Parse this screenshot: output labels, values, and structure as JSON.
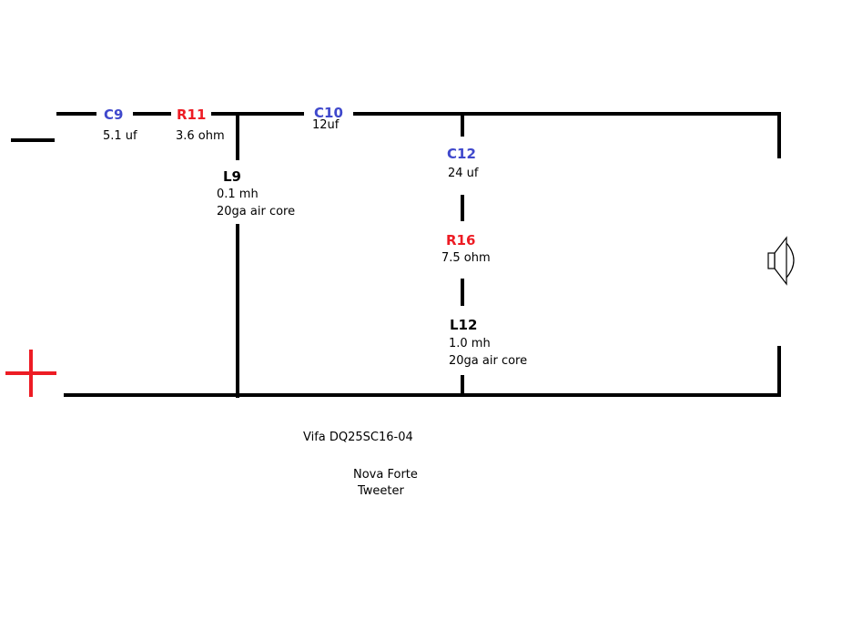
{
  "components": {
    "c9": {
      "name": "C9",
      "value": "5.1 uf"
    },
    "r11": {
      "name": "R11",
      "value": "3.6 ohm"
    },
    "c10": {
      "name": "C10",
      "value": "12uf"
    },
    "l9": {
      "name": "L9",
      "value": "0.1 mh",
      "note": "20ga air core"
    },
    "c12": {
      "name": "C12",
      "value": "24 uf"
    },
    "r16": {
      "name": "R16",
      "value": "7.5 ohm"
    },
    "l12": {
      "name": "L12",
      "value": "1.0 mh",
      "note": "20ga air core"
    }
  },
  "captions": {
    "driver": "Vifa DQ25SC16-04",
    "product_line1": "Nova Forte",
    "product_line2": "Tweeter"
  },
  "colors": {
    "capacitor": "#3f48cc",
    "resistor": "#ed1c24",
    "inductor": "#000000",
    "wire": "#000000",
    "positive_terminal": "#ed1c24"
  },
  "icons": {
    "negative": "minus-sign",
    "positive": "plus-sign",
    "speaker": "speaker-icon"
  }
}
